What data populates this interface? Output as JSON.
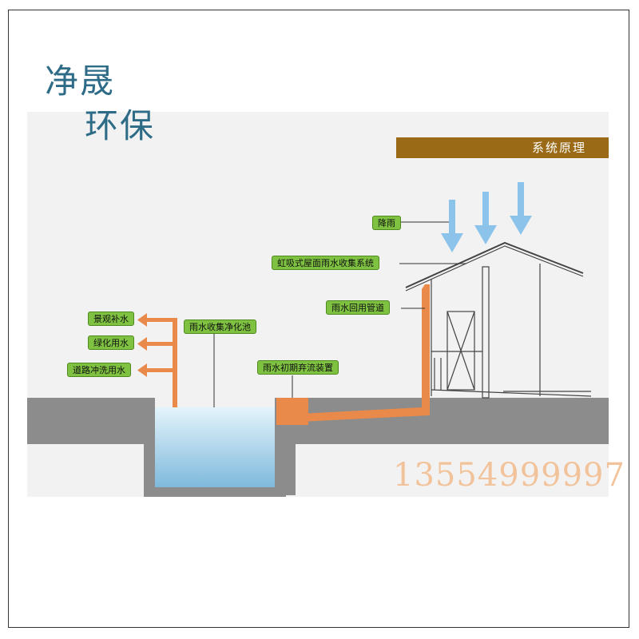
{
  "brand": {
    "line1": "净晟",
    "line2": "环保"
  },
  "header": {
    "title": "系统原理"
  },
  "labels": {
    "rain": "降雨",
    "siphon_roof": "虹吸式屋面雨水收集系统",
    "return_pipe": "雨水回用管道",
    "pool": "雨水收集净化池",
    "diverter": "雨水初期弃流装置",
    "landscape": "景观补水",
    "greening": "绿化用水",
    "road": "道路冲洗用水"
  },
  "contact": {
    "phone": "13554999997"
  },
  "colors": {
    "brand": "#2d6b86",
    "header_bar": "#9a6a16",
    "label_bg": "#7fc241",
    "pipe": "#e9894a",
    "water": "#a9d8ee",
    "ground": "#8c8c8c",
    "rain_arrow": "#8cc3ea",
    "phone": "#f2c39a"
  },
  "icons": [
    "rain-arrow-icon",
    "flow-arrow-icon"
  ]
}
